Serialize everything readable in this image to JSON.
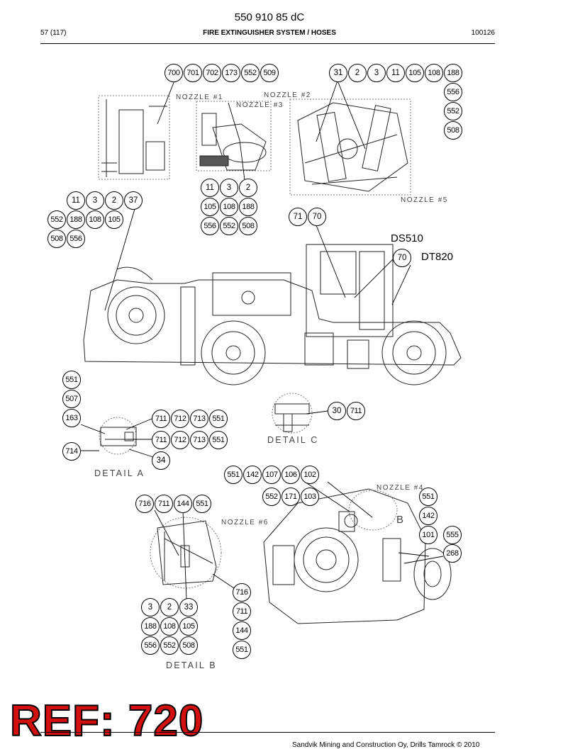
{
  "header": {
    "doc_number": "550 910 85 dC",
    "page_ref": "57 (117)",
    "section_title": "FIRE EXTINGUISHER SYSTEM / HOSES",
    "doc_code": "100126"
  },
  "labels": {
    "ds510": "DS510",
    "dt820": "DT820",
    "nozzle_1": "NOZZLE #1",
    "nozzle_2": "NOZZLE #2",
    "nozzle_3": "NOZZLE #3",
    "nozzle_4": "NOZZLE #4",
    "nozzle_5": "NOZZLE #5",
    "nozzle_6": "NOZZLE #6",
    "detail_a": "DETAIL A",
    "detail_b": "DETAIL B",
    "detail_c": "DETAIL C",
    "marker_b": "B"
  },
  "callouts": {
    "top_center_row": [
      "700",
      "701",
      "702",
      "173",
      "552",
      "509"
    ],
    "top_right_row": [
      "31",
      "2",
      "3",
      "11",
      "105",
      "108",
      "188"
    ],
    "top_right_column": [
      "556",
      "552",
      "508"
    ],
    "nozzle1_row1": [
      "11",
      "3",
      "2"
    ],
    "nozzle1_row2": [
      "105",
      "108",
      "188"
    ],
    "nozzle1_row3": [
      "556",
      "552",
      "508"
    ],
    "left_row1": [
      "11",
      "3",
      "2",
      "37"
    ],
    "left_row2": [
      "552",
      "188",
      "108",
      "105"
    ],
    "left_row3": [
      "508",
      "556"
    ],
    "cab_pair": [
      "71",
      "70"
    ],
    "cab_single": "70",
    "detail_a_column": [
      "551",
      "507",
      "163"
    ],
    "detail_a_row1": [
      "711",
      "712",
      "713",
      "551"
    ],
    "detail_a_row2": [
      "711",
      "712",
      "713",
      "551"
    ],
    "detail_a_left": "714",
    "detail_a_bottom": "34",
    "detail_c_pair": [
      "30",
      "711"
    ],
    "rear_row1": [
      "551",
      "142",
      "107",
      "106",
      "102"
    ],
    "rear_row2": [
      "552",
      "171",
      "103"
    ],
    "detail_b_row": [
      "716",
      "711",
      "144",
      "551"
    ],
    "rear_right_column": [
      "551",
      "142",
      "101",
      "268"
    ],
    "rear_right_single": "555",
    "rear_center_column": [
      "716",
      "711",
      "144",
      "551"
    ],
    "detail_b_row1": [
      "3",
      "2",
      "33"
    ],
    "detail_b_row2": [
      "188",
      "108",
      "105"
    ],
    "detail_b_row3": [
      "556",
      "552",
      "508"
    ]
  },
  "ref_stamp": "REF: 720",
  "footer": {
    "copyright": "Sandvik Mining and Construction Oy, Drills Tamrock © 2010"
  }
}
